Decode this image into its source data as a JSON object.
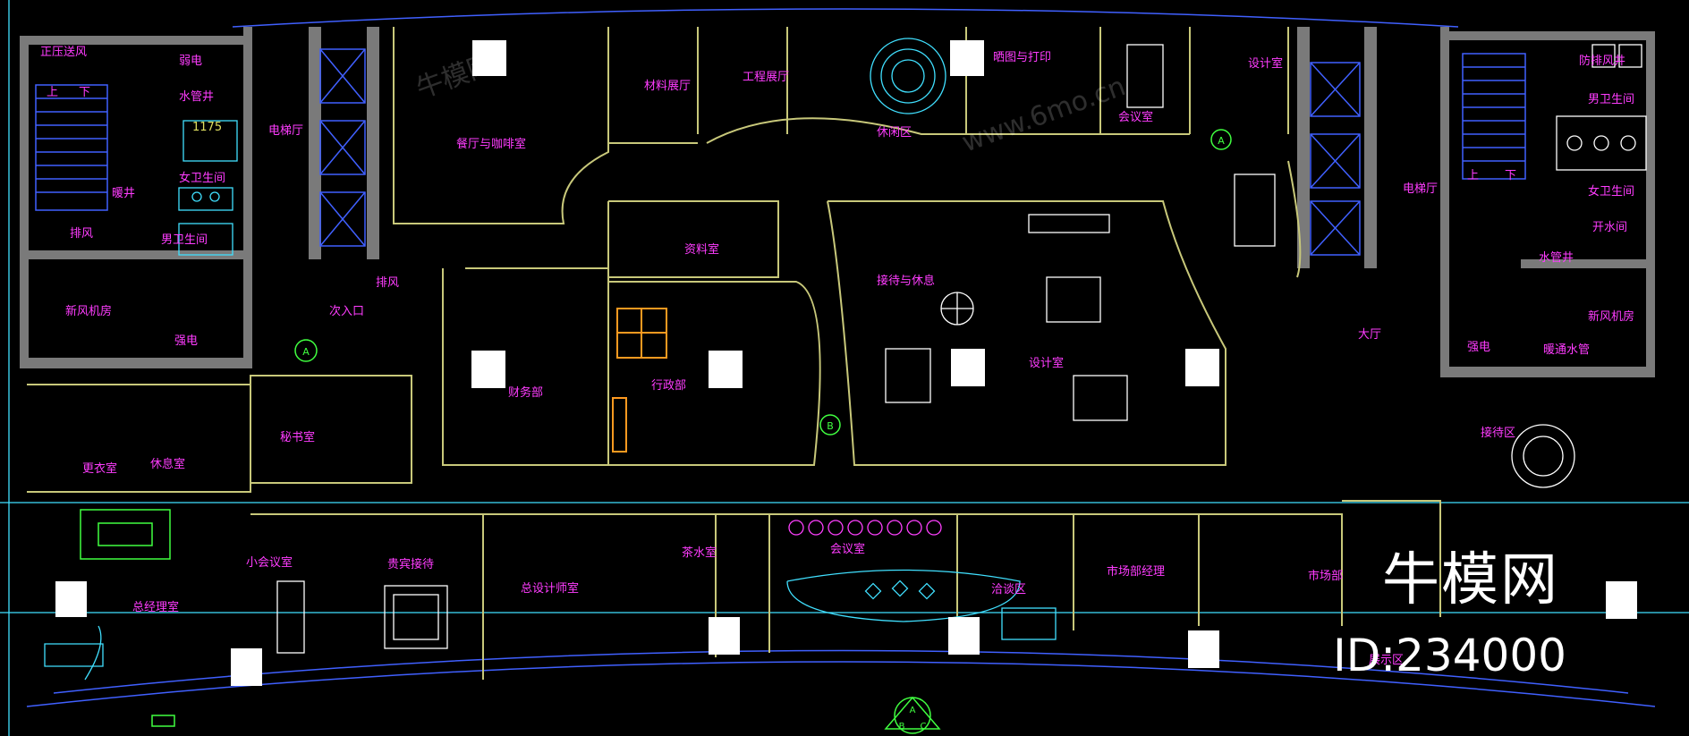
{
  "rooms": [
    {
      "key": "fresh_air_left_top",
      "text": "正压送风"
    },
    {
      "key": "weak_elec_left",
      "text": "弱电"
    },
    {
      "key": "pipe_well_left",
      "text": "水管井"
    },
    {
      "key": "dim_1175",
      "text": "1175"
    },
    {
      "key": "womens_wc_left",
      "text": "女卫生间"
    },
    {
      "key": "mens_wc_left",
      "text": "男卫生间"
    },
    {
      "key": "exhaust_left",
      "text": "排风"
    },
    {
      "key": "elec_well_left",
      "text": "暖井"
    },
    {
      "key": "up_left",
      "text": "上"
    },
    {
      "key": "down_left",
      "text": "下"
    },
    {
      "key": "elevator_hall_left",
      "text": "电梯厅"
    },
    {
      "key": "fresh_air_room_left",
      "text": "新风机房"
    },
    {
      "key": "strong_elec_left",
      "text": "强电"
    },
    {
      "key": "secondary_entrance",
      "text": "次入口"
    },
    {
      "key": "exhaust_small",
      "text": "排风"
    },
    {
      "key": "dining_cafe",
      "text": "餐厅与咖啡室"
    },
    {
      "key": "material_room",
      "text": "材料展厅"
    },
    {
      "key": "engineering_room",
      "text": "工程展厅"
    },
    {
      "key": "leisure_area",
      "text": "休闲区"
    },
    {
      "key": "print_room",
      "text": "晒图与打印"
    },
    {
      "key": "meeting_room_top",
      "text": "会议室"
    },
    {
      "key": "design_room_top",
      "text": "设计室"
    },
    {
      "key": "archive_room",
      "text": "资料室"
    },
    {
      "key": "reception_rest",
      "text": "接待与休息"
    },
    {
      "key": "design_room_main",
      "text": "设计室"
    },
    {
      "key": "finance_dept",
      "text": "财务部"
    },
    {
      "key": "admin_dept",
      "text": "行政部"
    },
    {
      "key": "secretary_room",
      "text": "秘书室"
    },
    {
      "key": "changing_room",
      "text": "更衣室"
    },
    {
      "key": "rest_room",
      "text": "休息室"
    },
    {
      "key": "elevator_hall_right",
      "text": "电梯厅"
    },
    {
      "key": "fire_exhaust_right",
      "text": "防排风井"
    },
    {
      "key": "mens_wc_right",
      "text": "男卫生间"
    },
    {
      "key": "womens_wc_right",
      "text": "女卫生间"
    },
    {
      "key": "boiling_water",
      "text": "开水间"
    },
    {
      "key": "pipe_well_right",
      "text": "水管井"
    },
    {
      "key": "up_right",
      "text": "上"
    },
    {
      "key": "down_right",
      "text": "下"
    },
    {
      "key": "lobby",
      "text": "大厅"
    },
    {
      "key": "fresh_air_room_right",
      "text": "新风机房"
    },
    {
      "key": "strong_elec_right",
      "text": "强电"
    },
    {
      "key": "hvac_pipe",
      "text": "暖通水管"
    },
    {
      "key": "reception_area",
      "text": "接待区"
    },
    {
      "key": "small_meeting",
      "text": "小会议室"
    },
    {
      "key": "vip_reception",
      "text": "贵宾接待"
    },
    {
      "key": "chief_designer",
      "text": "总设计师室"
    },
    {
      "key": "tea_room",
      "text": "茶水室"
    },
    {
      "key": "meeting_room_bottom",
      "text": "会议室"
    },
    {
      "key": "negotiation_area",
      "text": "洽谈区"
    },
    {
      "key": "marketing_manager",
      "text": "市场部经理"
    },
    {
      "key": "marketing_dept",
      "text": "市场部"
    },
    {
      "key": "display_area",
      "text": "展示区"
    },
    {
      "key": "general_manager",
      "text": "总经理室"
    }
  ],
  "markers": [
    {
      "key": "marker_a_left",
      "text": "A"
    },
    {
      "key": "marker_a_right",
      "text": "A"
    },
    {
      "key": "marker_b",
      "text": "B"
    },
    {
      "key": "compass_a",
      "text": "A"
    },
    {
      "key": "compass_b",
      "text": "B"
    },
    {
      "key": "compass_c",
      "text": "C"
    }
  ],
  "watermark": {
    "brand": "牛模网",
    "id": "ID:234000",
    "faint_brand": "牛模网",
    "faint_url": "www.6mo.cn"
  },
  "colors": {
    "background": "#000000",
    "wall": "#7a7a7a",
    "label": "#ff3cff",
    "furniture_cyan": "#40e0ff",
    "furniture_white": "#ffffff",
    "furniture_green": "#40ff40",
    "furniture_orange": "#ff9a20"
  }
}
